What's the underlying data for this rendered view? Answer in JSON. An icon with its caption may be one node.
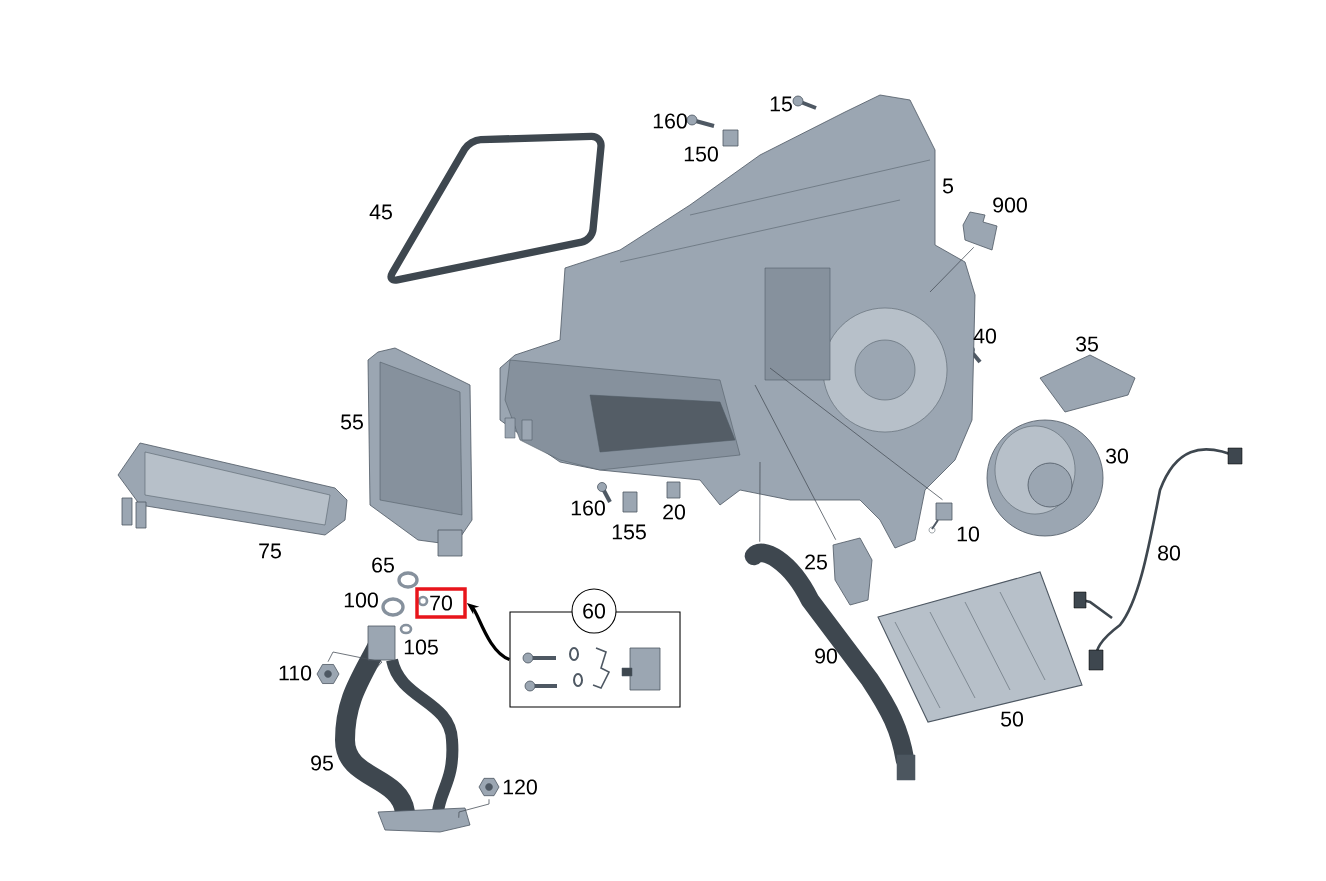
{
  "diagram": {
    "nodes": [
      {
        "text": [],
        "shape": "picture",
        "beside": [
          "5"
        ]
      },
      {
        "text": [],
        "shape": "picture",
        "beside": [
          "900"
        ]
      },
      {
        "text": [],
        "shape": "picture",
        "beside": [
          "10"
        ]
      },
      {
        "text": [],
        "shape": "picture",
        "beside": [
          "25"
        ]
      },
      {
        "text": [],
        "shape": "picture"
      },
      {
        "text": [],
        "shape": "picture",
        "beside": [
          "110"
        ]
      },
      {
        "text": [],
        "shape": "picture",
        "beside": [
          "95"
        ]
      },
      {
        "text": [],
        "shape": "picture",
        "beside": [
          "120"
        ]
      },
      {
        "text": [
          "70"
        ]
      },
      {
        "text": [],
        "shape": "box"
      },
      {
        "text": [
          "60"
        ]
      }
    ],
    "edges": [
      {
        "from": 0,
        "to": 1,
        "arrow": "none"
      },
      {
        "from": 0,
        "to": 2,
        "arrow": "none"
      },
      {
        "from": 0,
        "to": 3,
        "arrow": "none"
      },
      {
        "from": 0,
        "to": 4,
        "arrow": "none"
      },
      {
        "from": 5,
        "to": 6,
        "arrow": "none"
      },
      {
        "from": 7,
        "to": 6,
        "arrow": "none"
      },
      {
        "from": 9,
        "to": 8,
        "arrow": "to",
        "style": "thick",
        "color": "#000000"
      }
    ],
    "labels": [
      "15",
      "160",
      "150",
      "45",
      "40",
      "35",
      "55",
      "30",
      "160",
      "20",
      "155",
      "75",
      "80",
      "65",
      "100",
      "105",
      "90",
      "50"
    ]
  }
}
